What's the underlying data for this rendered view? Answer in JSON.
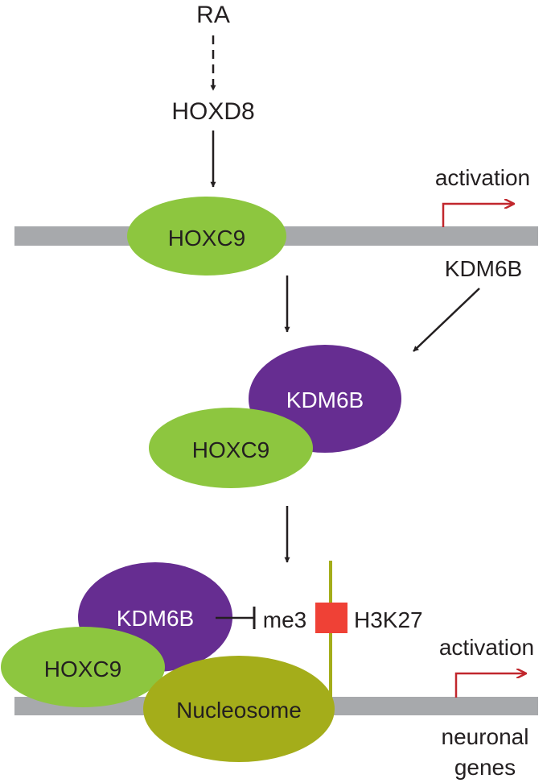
{
  "labels": {
    "ra": "RA",
    "hoxd8": "HOXD8",
    "hoxc9_top": "HOXC9",
    "activation_top": "activation",
    "kdm6b_free": "KDM6B",
    "kdm6b_middle": "KDM6B",
    "hoxc9_middle": "HOXC9",
    "kdm6b_bottom": "KDM6B",
    "hoxc9_bottom": "HOXC9",
    "nucleosome": "Nucleosome",
    "me3": "me3",
    "h3k27": "H3K27",
    "activation_bottom": "activation",
    "neuronal": "neuronal",
    "genes": "genes"
  },
  "colors": {
    "dna": "#a7a9ac",
    "hoxc9": "#8dc63f",
    "kdm6b": "#662d91",
    "nucleosome": "#a4ad1a",
    "histone_tail": "#a4ad1a",
    "h3k27_mark": "#ef4136",
    "activation_arrow": "#c1272d",
    "arrow": "#231f20"
  }
}
